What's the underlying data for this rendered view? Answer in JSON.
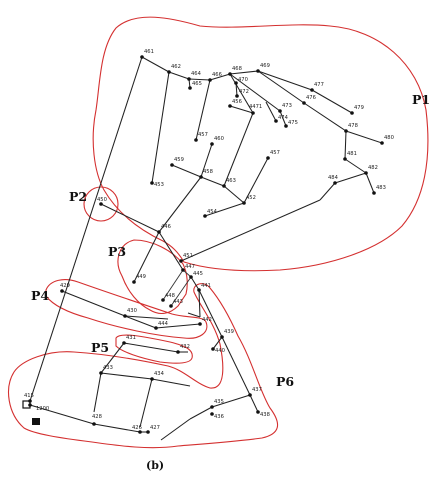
{
  "figure": {
    "caption": "(b)",
    "accent_color": "#d43030",
    "pipe_color": "#222222"
  },
  "zones": [
    {
      "id": "P1",
      "label": "P1"
    },
    {
      "id": "P2",
      "label": "P2"
    },
    {
      "id": "P3",
      "label": "P3"
    },
    {
      "id": "P4",
      "label": "P4"
    },
    {
      "id": "P5",
      "label": "P5"
    },
    {
      "id": "P6",
      "label": "P6"
    }
  ],
  "nodes": [
    {
      "id": "461",
      "label": "461"
    },
    {
      "id": "462",
      "label": "462"
    },
    {
      "id": "464",
      "label": "464"
    },
    {
      "id": "465",
      "label": "465"
    },
    {
      "id": "466",
      "label": "466"
    },
    {
      "id": "468",
      "label": "468"
    },
    {
      "id": "469",
      "label": "469"
    },
    {
      "id": "470",
      "label": "470"
    },
    {
      "id": "472",
      "label": "472"
    },
    {
      "id": "4471",
      "label": "4471"
    },
    {
      "id": "456",
      "label": "456"
    },
    {
      "id": "473",
      "label": "473"
    },
    {
      "id": "474",
      "label": "474"
    },
    {
      "id": "475",
      "label": "475"
    },
    {
      "id": "476",
      "label": "476"
    },
    {
      "id": "477",
      "label": "477"
    },
    {
      "id": "478",
      "label": "478"
    },
    {
      "id": "479",
      "label": "479"
    },
    {
      "id": "480",
      "label": "480"
    },
    {
      "id": "481",
      "label": "481"
    },
    {
      "id": "482",
      "label": "482"
    },
    {
      "id": "483",
      "label": "483"
    },
    {
      "id": "484",
      "label": "484"
    },
    {
      "id": "457",
      "label": "457"
    },
    {
      "id": "460",
      "label": "460"
    },
    {
      "id": "459",
      "label": "459"
    },
    {
      "id": "458",
      "label": "458"
    },
    {
      "id": "463",
      "label": "463"
    },
    {
      "id": "453",
      "label": "453"
    },
    {
      "id": "457b",
      "label": "457"
    },
    {
      "id": "452",
      "label": "452"
    },
    {
      "id": "454",
      "label": "454"
    },
    {
      "id": "450",
      "label": "450"
    },
    {
      "id": "446",
      "label": "446"
    },
    {
      "id": "449",
      "label": "449"
    },
    {
      "id": "451",
      "label": "451"
    },
    {
      "id": "447",
      "label": "447"
    },
    {
      "id": "445",
      "label": "445"
    },
    {
      "id": "448",
      "label": "448"
    },
    {
      "id": "441",
      "label": "441"
    },
    {
      "id": "443",
      "label": "443"
    },
    {
      "id": "444",
      "label": "444"
    },
    {
      "id": "442",
      "label": "442"
    },
    {
      "id": "429",
      "label": "429"
    },
    {
      "id": "430",
      "label": "430"
    },
    {
      "id": "431",
      "label": "431"
    },
    {
      "id": "432",
      "label": "432"
    },
    {
      "id": "433",
      "label": "433"
    },
    {
      "id": "434",
      "label": "434"
    },
    {
      "id": "439",
      "label": "439"
    },
    {
      "id": "440",
      "label": "440"
    },
    {
      "id": "437",
      "label": "437"
    },
    {
      "id": "435",
      "label": "435"
    },
    {
      "id": "436",
      "label": "436"
    },
    {
      "id": "438",
      "label": "438"
    },
    {
      "id": "415",
      "label": "415"
    },
    {
      "id": "1200",
      "label": "1200"
    },
    {
      "id": "428",
      "label": "428"
    },
    {
      "id": "426",
      "label": "426"
    },
    {
      "id": "427",
      "label": "427"
    }
  ],
  "symbols": [
    {
      "id": "reservoir",
      "icon": "reservoir-square-icon"
    },
    {
      "id": "pump",
      "icon": "pump-block-icon"
    }
  ]
}
